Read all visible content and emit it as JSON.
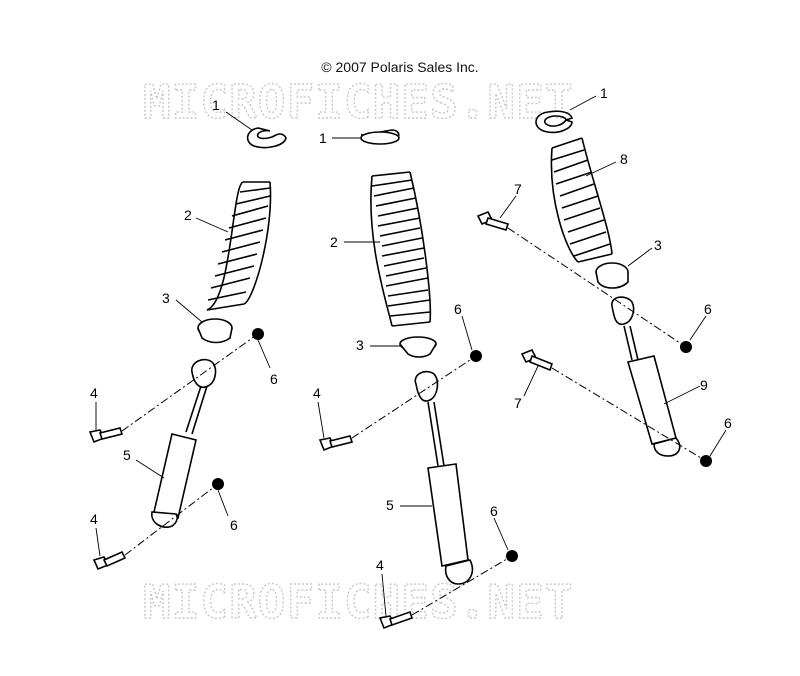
{
  "diagram": {
    "copyright": "© 2007 Polaris Sales Inc.",
    "watermark": "MICROFICHES.NET",
    "callouts": {
      "c1a": "1",
      "c1b": "1",
      "c1c": "1",
      "c2a": "2",
      "c2b": "2",
      "c3a": "3",
      "c3b": "3",
      "c3c": "3",
      "c4a": "4",
      "c4b": "4",
      "c4c": "4",
      "c5a": "5",
      "c5b": "5",
      "c6a": "6",
      "c6b": "6",
      "c6c": "6",
      "c6d": "6",
      "c6e": "6",
      "c6f": "6",
      "c7a": "7",
      "c7b": "7",
      "c8": "8",
      "c9": "9"
    },
    "line_color": "#000000",
    "watermark_color": "#c8c8c8"
  }
}
